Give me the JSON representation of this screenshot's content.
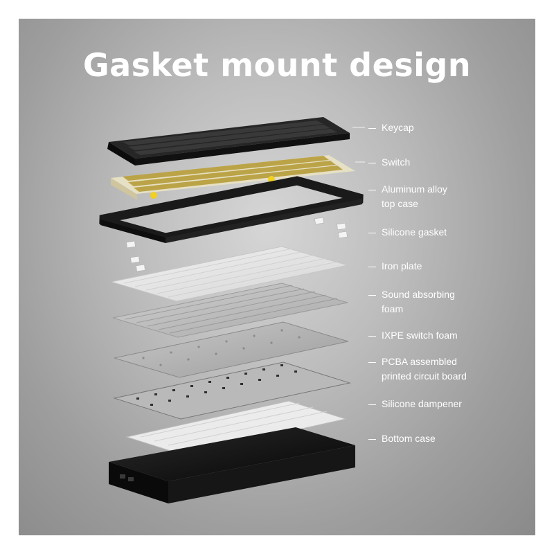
{
  "title": "Gasket mount design",
  "labels": [
    {
      "id": "keycap",
      "lines": [
        "Keycap"
      ]
    },
    {
      "id": "switch",
      "lines": [
        "Switch"
      ]
    },
    {
      "id": "top-case",
      "lines": [
        "Aluminum alloy",
        "top case"
      ]
    },
    {
      "id": "silicone-gasket",
      "lines": [
        "Silicone gasket"
      ]
    },
    {
      "id": "iron-plate",
      "lines": [
        "Iron plate"
      ]
    },
    {
      "id": "sound-foam",
      "lines": [
        "Sound absorbing",
        "foam"
      ]
    },
    {
      "id": "ixpe-foam",
      "lines": [
        "IXPE switch foam"
      ]
    },
    {
      "id": "pcba",
      "lines": [
        "PCBA assembled",
        "printed circuit board"
      ]
    },
    {
      "id": "silicone-dampener",
      "lines": [
        "Silicone dampener"
      ]
    },
    {
      "id": "bottom-case",
      "lines": [
        "Bottom case"
      ]
    }
  ],
  "colors": {
    "background_center": "#d6d6d6",
    "background_edge": "#8a8a8a",
    "text": "#ffffff",
    "keycap": "#1c1c1c",
    "switch_stem": "#c9b45a",
    "frame": "#1a1a1a",
    "plate": "#e9e9e9"
  }
}
